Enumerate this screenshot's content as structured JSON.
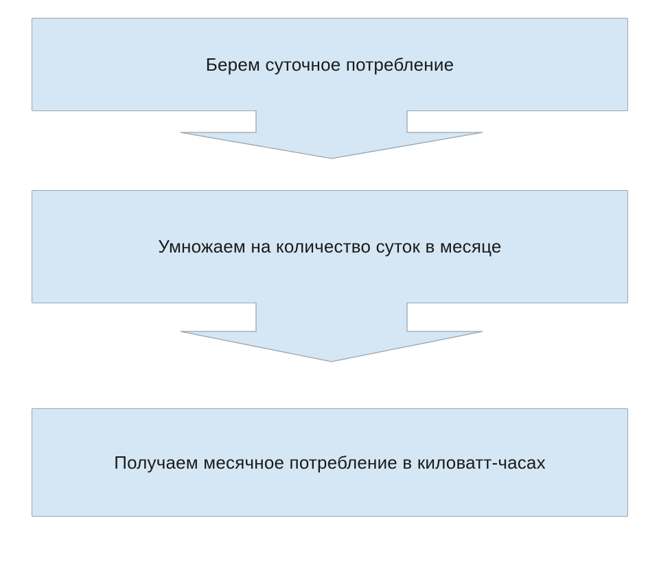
{
  "diagram": {
    "type": "flowchart",
    "colors": {
      "background": "#ffffff",
      "box_fill": "#d5e7f4",
      "box_border": "#9ba4ad",
      "text": "#1a1a1a"
    },
    "connector_icon": "block-arrow-down-icon",
    "steps": [
      {
        "label": "Берем суточное потребление"
      },
      {
        "label": "Умножаем на количество суток в месяце"
      },
      {
        "label": "Получаем месячное потребление в киловатт-часах"
      }
    ]
  }
}
